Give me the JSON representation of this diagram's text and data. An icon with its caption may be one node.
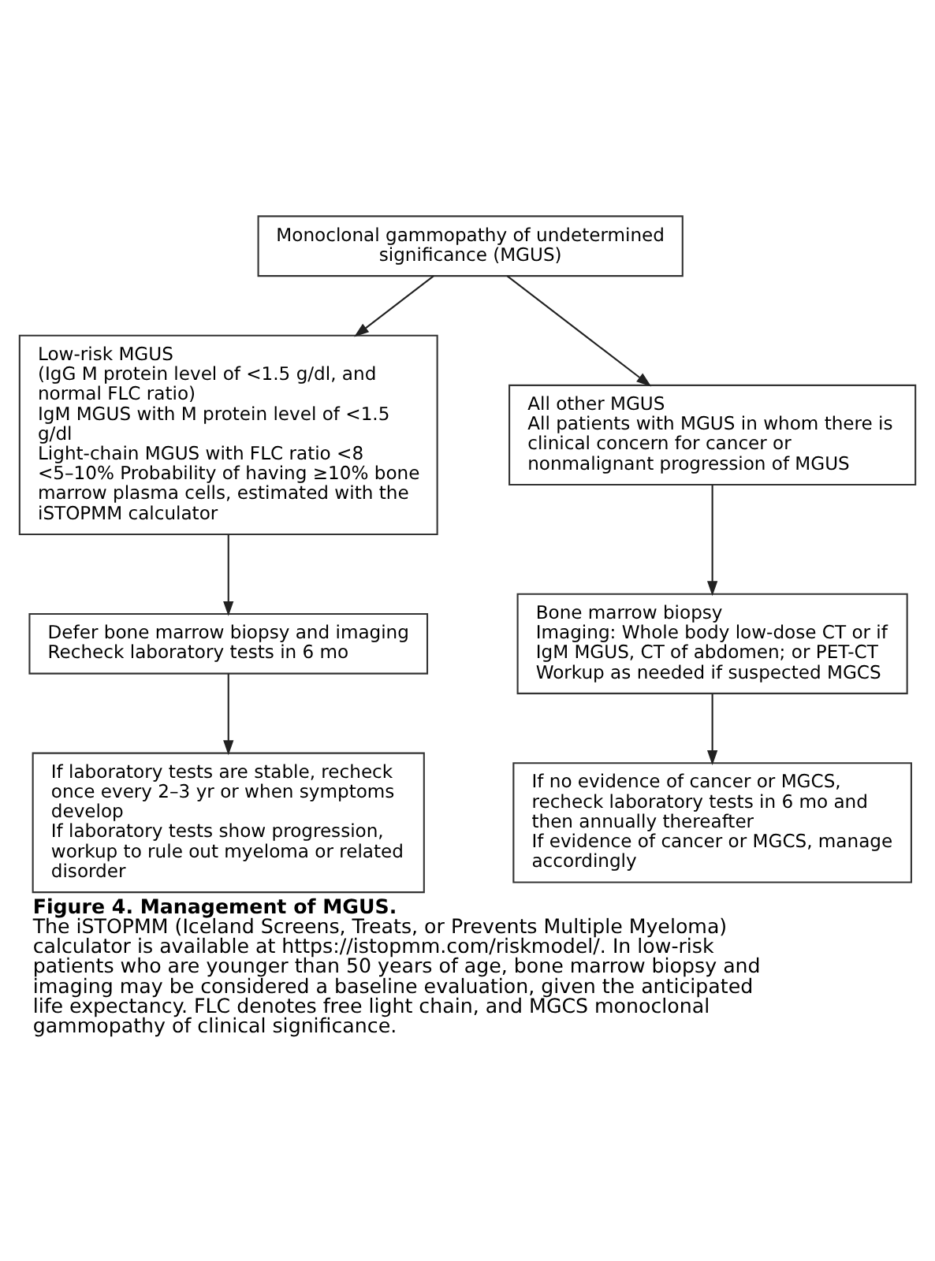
{
  "diagram": {
    "title": "Figure 4. Management of MGUS.",
    "caption": "The iSTOPMM (Iceland Screens, Treats, or Prevents Multiple Myeloma) calculator is available at https://istopmm.com/riskmodel/. In low-risk patients who are younger than 50 years of age, bone marrow biopsy and imaging may be considered a baseline evaluation, given the anticipated life expectancy. FLC denotes free light chain, and MGCS monoclonal gammopathy of clinical significance.",
    "nodes": [
      {
        "text": [
          "Monoclonal gammopathy of undetermined significance (MGUS)"
        ]
      },
      {
        "text": [
          "Low-risk MGUS",
          "(IgG M protein level of <1.5 g/dl, and normal FLC ratio)",
          "IgM MGUS with M protein level of <1.5 g/dl",
          "Light-chain MGUS with FLC ratio <8",
          "<5–10% Probability of having ≥10% bone marrow plasma cells, estimated with the iSTOPMM calculator"
        ]
      },
      {
        "text": [
          "Defer bone marrow biopsy and imaging",
          "Recheck laboratory tests in 6 mo"
        ]
      },
      {
        "text": [
          "If laboratory tests are stable, recheck once every 2–3 yr or when symptoms develop",
          "If laboratory tests show progression, workup to rule out myeloma or related disorder"
        ]
      },
      {
        "text": [
          "All other MGUS",
          "All patients with MGUS in whom there is clinical concern for cancer or nonmalignant progression of MGUS"
        ]
      },
      {
        "text": [
          "Bone marrow biopsy",
          "Imaging: Whole body low-dose CT or if IgM MGUS, CT of abdomen; or PET-CT",
          "Workup as needed if suspected MGCS"
        ]
      },
      {
        "text": [
          "If no evidence of cancer or MGCS, recheck laboratory tests in 6 mo and then annually thereafter",
          "If evidence of cancer or MGCS, manage accordingly"
        ]
      }
    ],
    "edges": [
      {
        "from": 0,
        "to": 1,
        "arrow": "to"
      },
      {
        "from": 0,
        "to": 4,
        "arrow": "to"
      },
      {
        "from": 1,
        "to": 2,
        "arrow": "to"
      },
      {
        "from": 2,
        "to": 3,
        "arrow": "to"
      },
      {
        "from": 4,
        "to": 5,
        "arrow": "to"
      },
      {
        "from": 5,
        "to": 6,
        "arrow": "to"
      }
    ]
  }
}
